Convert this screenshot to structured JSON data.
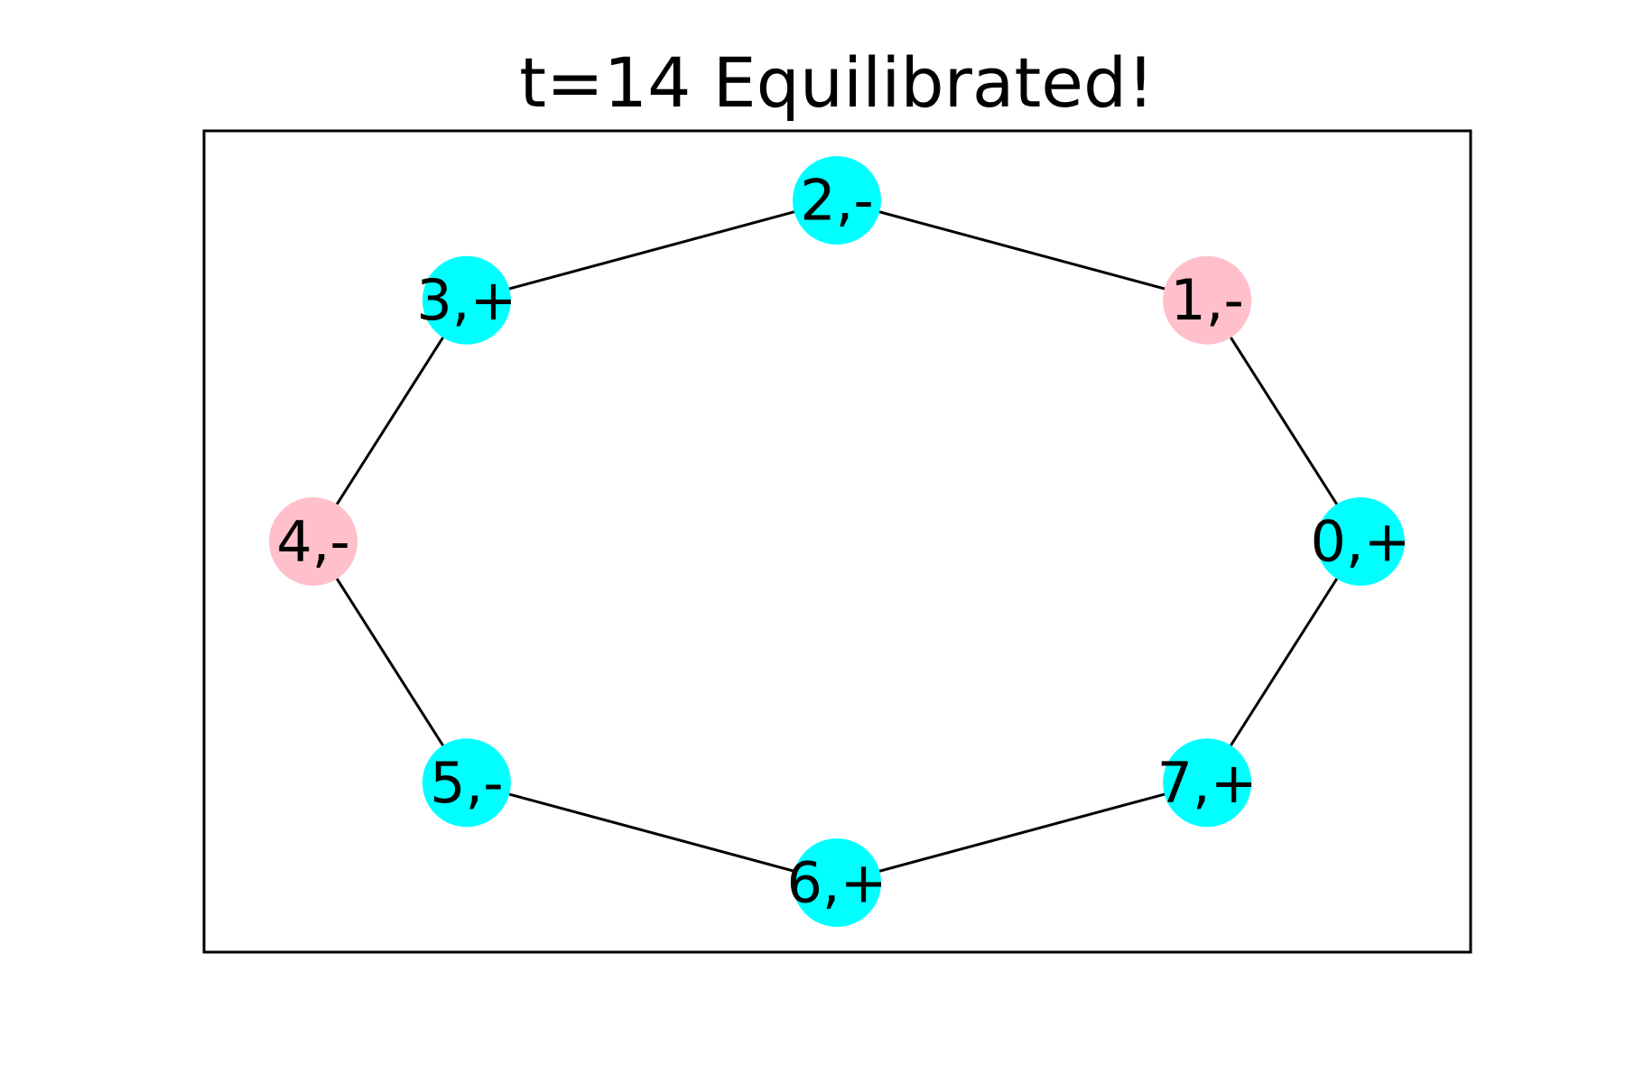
{
  "title": "t=14  Equilibrated!",
  "colors": {
    "cyan": "#00ffff",
    "pink": "#ffc0cb",
    "edge": "#000000"
  },
  "nodes": [
    {
      "id": 0,
      "label": "0,+",
      "color": "cyan"
    },
    {
      "id": 1,
      "label": "1,-",
      "color": "pink"
    },
    {
      "id": 2,
      "label": "2,-",
      "color": "cyan"
    },
    {
      "id": 3,
      "label": "3,+",
      "color": "cyan"
    },
    {
      "id": 4,
      "label": "4,-",
      "color": "pink"
    },
    {
      "id": 5,
      "label": "5,-",
      "color": "cyan"
    },
    {
      "id": 6,
      "label": "6,+",
      "color": "cyan"
    },
    {
      "id": 7,
      "label": "7,+",
      "color": "cyan"
    }
  ],
  "edges": [
    [
      0,
      1
    ],
    [
      1,
      2
    ],
    [
      2,
      3
    ],
    [
      3,
      4
    ],
    [
      4,
      5
    ],
    [
      5,
      6
    ],
    [
      6,
      7
    ],
    [
      7,
      0
    ]
  ]
}
